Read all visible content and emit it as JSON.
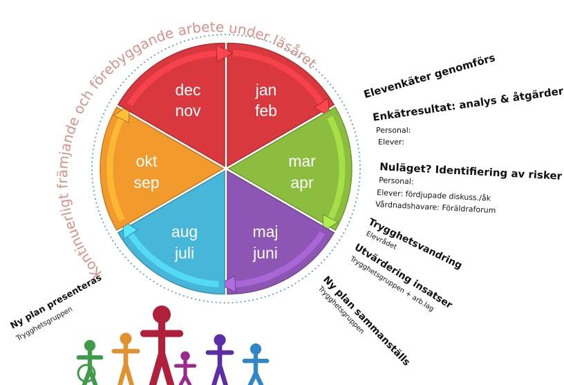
{
  "wheel": {
    "arc_title": "Kontinuerligt främjande och förebyggande arbete under läsåret",
    "segments": [
      {
        "id": "jan-feb",
        "line1": "jan",
        "line2": "feb",
        "color": "#d9383f"
      },
      {
        "id": "mar-apr",
        "line1": "mar",
        "line2": "apr",
        "color": "#8cbd3e"
      },
      {
        "id": "maj-juni",
        "line1": "maj",
        "line2": "juni",
        "color": "#8e56b4"
      },
      {
        "id": "aug-juli",
        "line1": "aug",
        "line2": "juli",
        "color": "#46b7d8"
      },
      {
        "id": "okt-sep",
        "line1": "okt",
        "line2": "sep",
        "color": "#f39a2c"
      },
      {
        "id": "dec-nov",
        "line1": "dec",
        "line2": "nov",
        "color": "#d9383f"
      }
    ]
  },
  "activities": {
    "elevenkater": "Elevenkäter genomförs",
    "enkatresultat": {
      "heading": "Enkätresultat: analys & åtgärder",
      "lines": [
        "Personal:",
        "Elever:"
      ]
    },
    "nulaget": {
      "heading": "Nuläget? Identifiering av risker",
      "lines": [
        "Personal:",
        "Elever: fördjupade diskuss./åk",
        "Vårdnadshavare: Föräldraforum"
      ]
    },
    "trygghetsvandring": {
      "heading": "Trygghetsvandring",
      "sub": "Elevrådet"
    },
    "utvardering": {
      "heading": "Utvärdering insatser",
      "sub": "Trygghetsgruppen + arb.lag"
    },
    "ny_plan_sammanstalls": {
      "heading": "Ny plan sammanställs",
      "sub": "Trygghetsgruppen"
    },
    "ny_plan_presenteras": {
      "heading": "Ny plan presenteras",
      "sub": "Trygghetsgruppen"
    }
  },
  "people_colors": [
    "#3f9a4a",
    "#e0922e",
    "#b0203a",
    "#9b2a8e",
    "#5b2ea8",
    "#2f87c8"
  ]
}
